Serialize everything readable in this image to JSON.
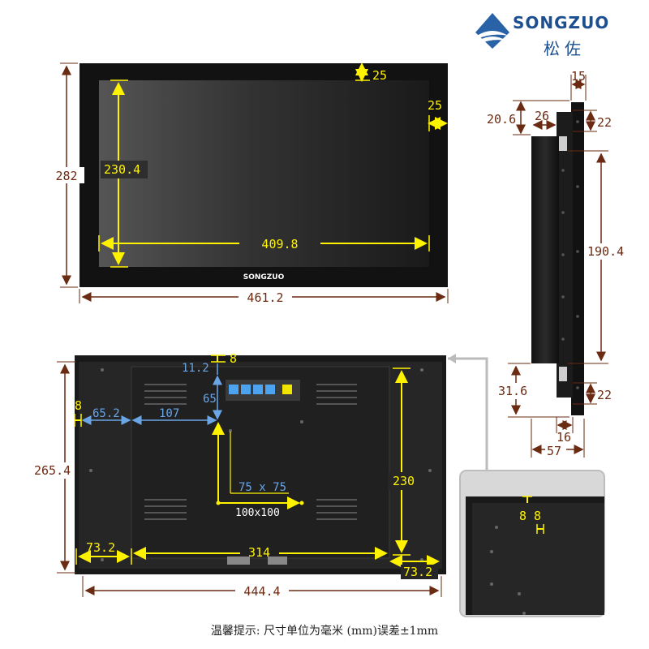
{
  "brand": {
    "logo_text": "SONGZUO",
    "logo_cn": "松佐",
    "bezel_logo": "SONGZUO"
  },
  "front_view": {
    "total_height": "282",
    "screen_height": "230.4",
    "top_bezel": "25",
    "side_bezel": "25",
    "screen_width": "409.8",
    "total_width": "461.2"
  },
  "side_view": {
    "depth_top": "15",
    "offset_top": "20.6",
    "body_depth": "26",
    "bracket_top": "22",
    "mid_height": "190.4",
    "bottom_offset": "31.6",
    "bracket_bottom": "22",
    "thin_depth": "16",
    "total_depth": "57"
  },
  "back_view": {
    "panel_height": "265.4",
    "top_gap": "8",
    "inner_top": "11.2",
    "left_gap": "8",
    "left_margin": "65.2",
    "to_vesa": "107",
    "vesa_top": "65",
    "vesa_small": "75 x 75",
    "vesa_large": "100x100",
    "right_height": "230",
    "bottom_left": "73.2",
    "mount_width": "314",
    "bottom_right": "73.2",
    "total_width": "444.4"
  },
  "inset_view": {
    "gap_top": "8",
    "gap_side": "8"
  },
  "footer": {
    "note": "温馨提示: 尺寸单位为毫米 (mm)误差±1mm"
  }
}
